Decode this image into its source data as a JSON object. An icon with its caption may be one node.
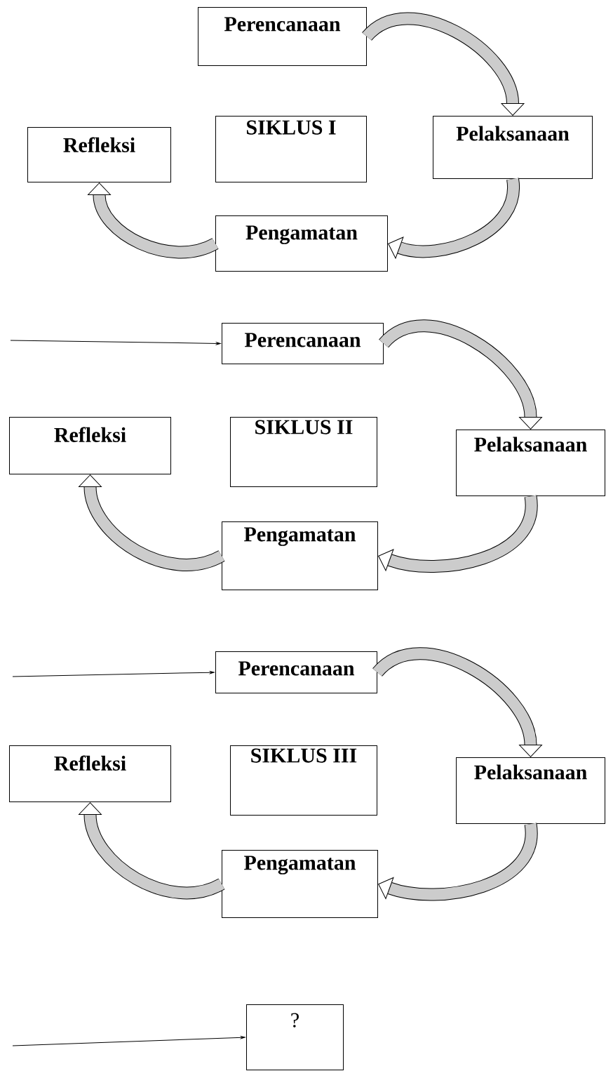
{
  "diagram": {
    "nodes": [
      {
        "text": [
          "Perencanaan"
        ]
      },
      {
        "text": [
          "Refleksi"
        ]
      },
      {
        "text": [
          "SIKLUS I"
        ]
      },
      {
        "text": [
          "Pelaksanaan"
        ]
      },
      {
        "text": [
          "Pengamatan"
        ]
      },
      {
        "text": [
          "Perencanaan"
        ]
      },
      {
        "text": [
          "Refleksi"
        ]
      },
      {
        "text": [
          "SIKLUS II"
        ]
      },
      {
        "text": [
          "Pelaksanaan"
        ]
      },
      {
        "text": [
          "Pengamatan"
        ]
      },
      {
        "text": [
          "Perencanaan"
        ]
      },
      {
        "text": [
          "Refleksi"
        ]
      },
      {
        "text": [
          "SIKLUS III"
        ]
      },
      {
        "text": [
          "Pelaksanaan"
        ]
      },
      {
        "text": [
          "Pengamatan"
        ]
      },
      {
        "text": [
          "?"
        ]
      }
    ],
    "edges": [
      {
        "from": 0,
        "to": 3,
        "arrow": "to"
      },
      {
        "from": 3,
        "to": 4,
        "arrow": "to"
      },
      {
        "from": 4,
        "to": 1,
        "arrow": "to"
      },
      {
        "from": null,
        "to": 5,
        "arrow": "to"
      },
      {
        "from": 5,
        "to": 8,
        "arrow": "to"
      },
      {
        "from": 8,
        "to": 9,
        "arrow": "to"
      },
      {
        "from": 9,
        "to": 6,
        "arrow": "to"
      },
      {
        "from": null,
        "to": 10,
        "arrow": "to"
      },
      {
        "from": 10,
        "to": 13,
        "arrow": "to"
      },
      {
        "from": 13,
        "to": 14,
        "arrow": "to"
      },
      {
        "from": 14,
        "to": 11,
        "arrow": "to"
      },
      {
        "from": null,
        "to": 15,
        "arrow": "to"
      }
    ]
  }
}
